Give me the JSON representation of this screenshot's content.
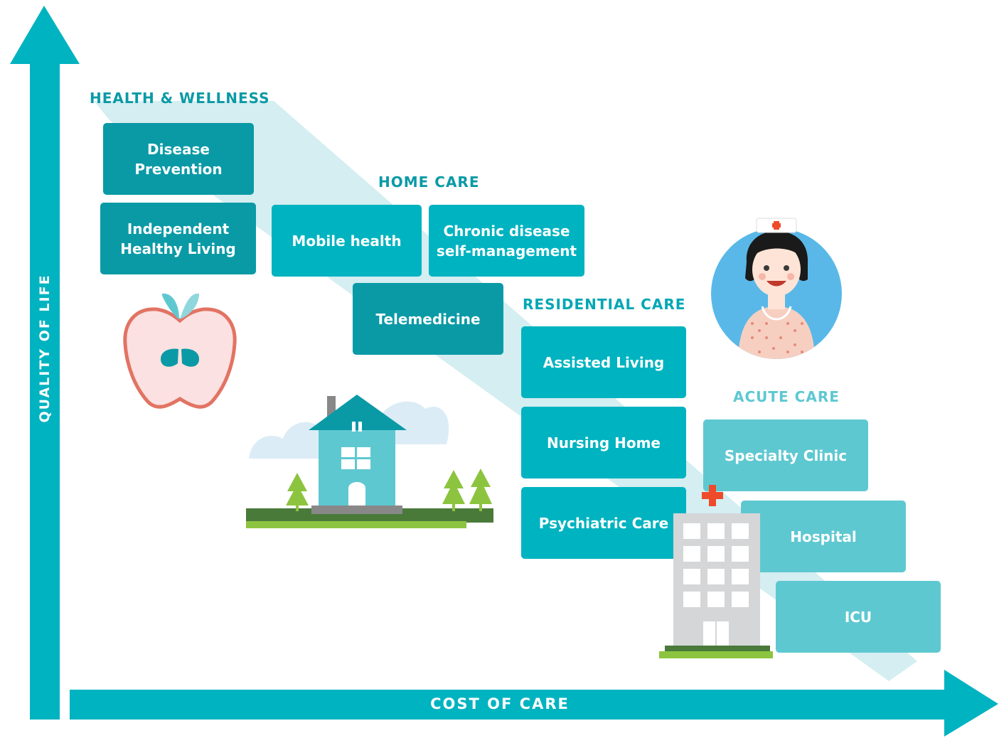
{
  "axes": {
    "y_label": "QUALITY OF LIFE",
    "x_label": "COST OF CARE"
  },
  "categories": {
    "health_wellness": "HEALTH & WELLNESS",
    "home_care": "HOME CARE",
    "residential_care": "RESIDENTIAL CARE",
    "acute_care": "ACUTE CARE"
  },
  "items": {
    "disease_prevention": "Disease\nPrevention",
    "independent_living": "Independent\nHealthy Living",
    "mobile_health": "Mobile health",
    "chronic_disease": "Chronic disease\nself-management",
    "telemedicine": "Telemedicine",
    "assisted_living": "Assisted Living",
    "nursing_home": "Nursing Home",
    "psychiatric_care": "Psychiatric Care",
    "specialty_clinic": "Specialty Clinic",
    "hospital": "Hospital",
    "icu": "ICU"
  },
  "colors": {
    "axis": "#00b3c0",
    "band": "#d4eef1",
    "heading_dark": "#0a9aa6",
    "heading_light": "#5ec8d1",
    "box_dark": "#0a9aa6",
    "box_mid": "#00b3c0",
    "box_light": "#5ec8d1",
    "cross_red": "#ee4b2b"
  }
}
